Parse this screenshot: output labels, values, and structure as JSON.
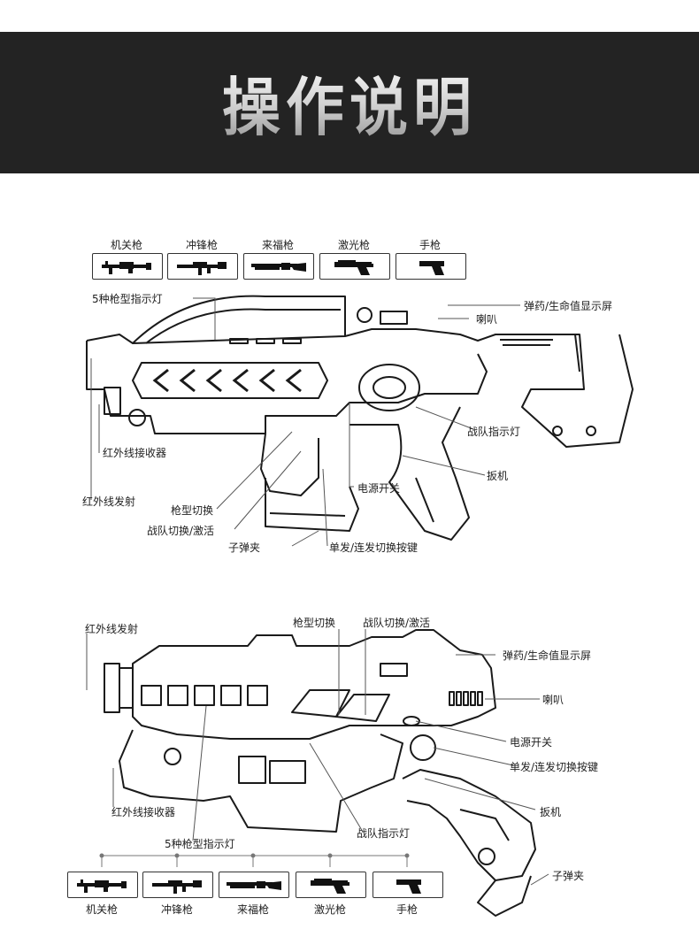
{
  "header": {
    "title": "操作说明"
  },
  "diagram1": {
    "weapon_types": [
      "机关枪",
      "冲锋枪",
      "来福枪",
      "激光枪",
      "手枪"
    ],
    "callouts": {
      "indicator_lights": "5种枪型指示灯",
      "ammo_health_screen": "弹药/生命值显示屏",
      "speaker": "喇叭",
      "ir_receiver": "红外线接收器",
      "team_light": "战队指示灯",
      "trigger": "扳机",
      "ir_emitter": "红外线发射",
      "power_switch": "电源开关",
      "gun_type_switch": "枪型切换",
      "team_switch": "战队切换/激活",
      "magazine": "子弹夹",
      "fire_mode_button": "单发/连发切换按键"
    }
  },
  "diagram2": {
    "weapon_types": [
      "机关枪",
      "冲锋枪",
      "来福枪",
      "激光枪",
      "手枪"
    ],
    "callouts": {
      "ir_emitter": "红外线发射",
      "gun_type_switch": "枪型切换",
      "team_switch": "战队切换/激活",
      "ammo_health_screen": "弹药/生命值显示屏",
      "speaker": "喇叭",
      "power_switch": "电源开关",
      "fire_mode_button": "单发/连发切换按键",
      "trigger": "扳机",
      "ir_receiver": "红外线接收器",
      "team_light": "战队指示灯",
      "indicator_lights": "5种枪型指示灯",
      "magazine": "子弹夹"
    }
  }
}
